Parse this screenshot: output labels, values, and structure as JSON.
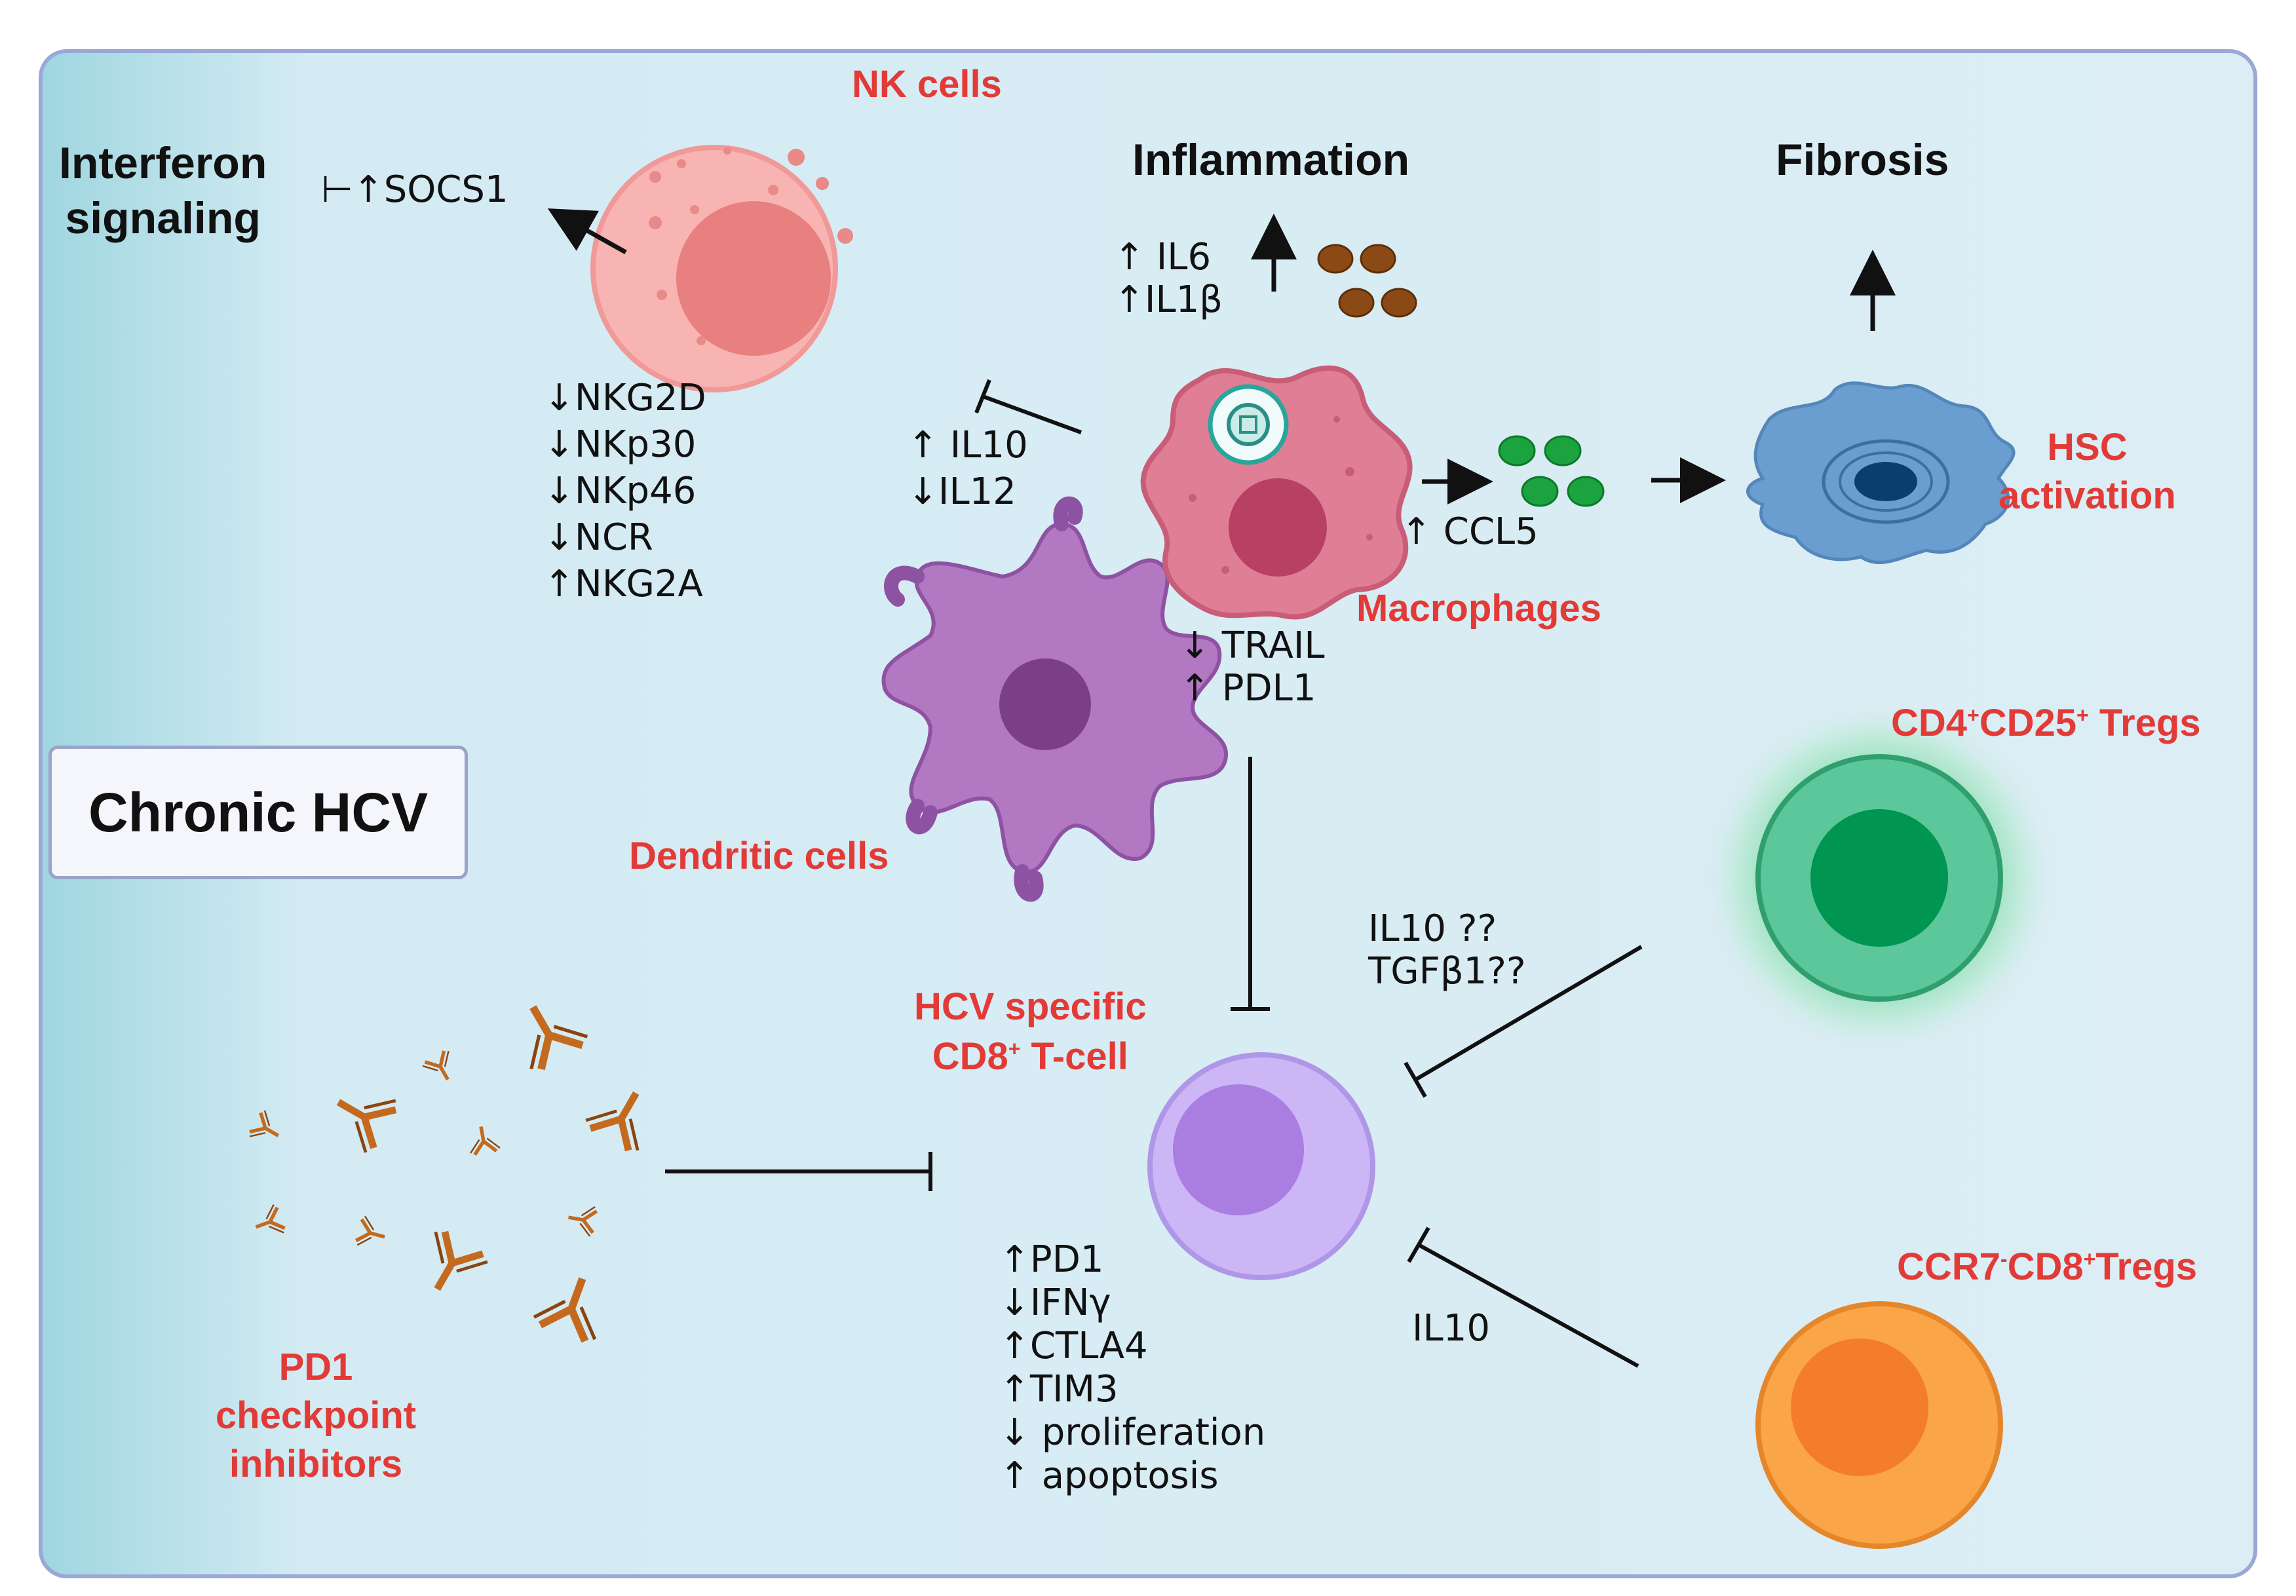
{
  "title": "Chronic HCV",
  "colors": {
    "panel_bg": "#d9ecf4",
    "panel_border": "#9aa8d6",
    "label_red": "#e23b37",
    "nk_cell": "#f8b4b2",
    "macrophage": "#df7e95",
    "dendritic": "#b278c2",
    "hsc": "#6a9ed0",
    "treg_cd4": "#5cc79b",
    "treg_ccr7": "#f9a548",
    "cd8_tcell": "#cdb6f6",
    "antibody": "#c46a1e",
    "cytokine_brown": "#8b4a15",
    "cytokine_green": "#1aa33e"
  },
  "labels": {
    "nk_cells": "NK cells",
    "interferon_signaling": [
      "Interferon",
      "signaling"
    ],
    "socs1": "⊢↑SOCS1",
    "inflammation": "Inflammation",
    "fibrosis": "Fibrosis",
    "il6_il1b": [
      "↑ IL6",
      "↑IL1β"
    ],
    "nk_markers": [
      "↓NKG2D",
      "↓NKp30",
      "↓NKp46",
      "↓NCR",
      "↑NKG2A"
    ],
    "il10_il12": [
      "↑ IL10",
      "↓IL12"
    ],
    "ccl5": "↑ CCL5",
    "hsc_activation": [
      "HSC",
      "activation"
    ],
    "macrophages": "Macrophages",
    "trail_pdl1": [
      "↓ TRAIL",
      "↑ PDL1"
    ],
    "dendritic_cells": "Dendritic cells",
    "cd4_tregs": {
      "a": "CD4",
      "sup1": "+",
      "b": "CD25",
      "sup2": "+",
      "c": " Tregs"
    },
    "il10_tgfb": [
      "IL10 ??",
      "TGFβ1??"
    ],
    "hcv_specific": {
      "line1": "HCV specific",
      "a": "CD8",
      "sup": "+",
      "b": " T-cell"
    },
    "tcell_markers": [
      "↑PD1",
      "↓IFNγ",
      "↑CTLA4",
      "↑TIM3",
      "↓ proliferation",
      "↑ apoptosis"
    ],
    "il10": "IL10",
    "ccr7_tregs": {
      "a": "CCR7",
      "sup1": "-",
      "b": "CD8",
      "sup2": "+",
      "c": "Tregs"
    },
    "pd1_inhibitors": [
      "PD1",
      "checkpoint",
      "inhibitors"
    ]
  }
}
